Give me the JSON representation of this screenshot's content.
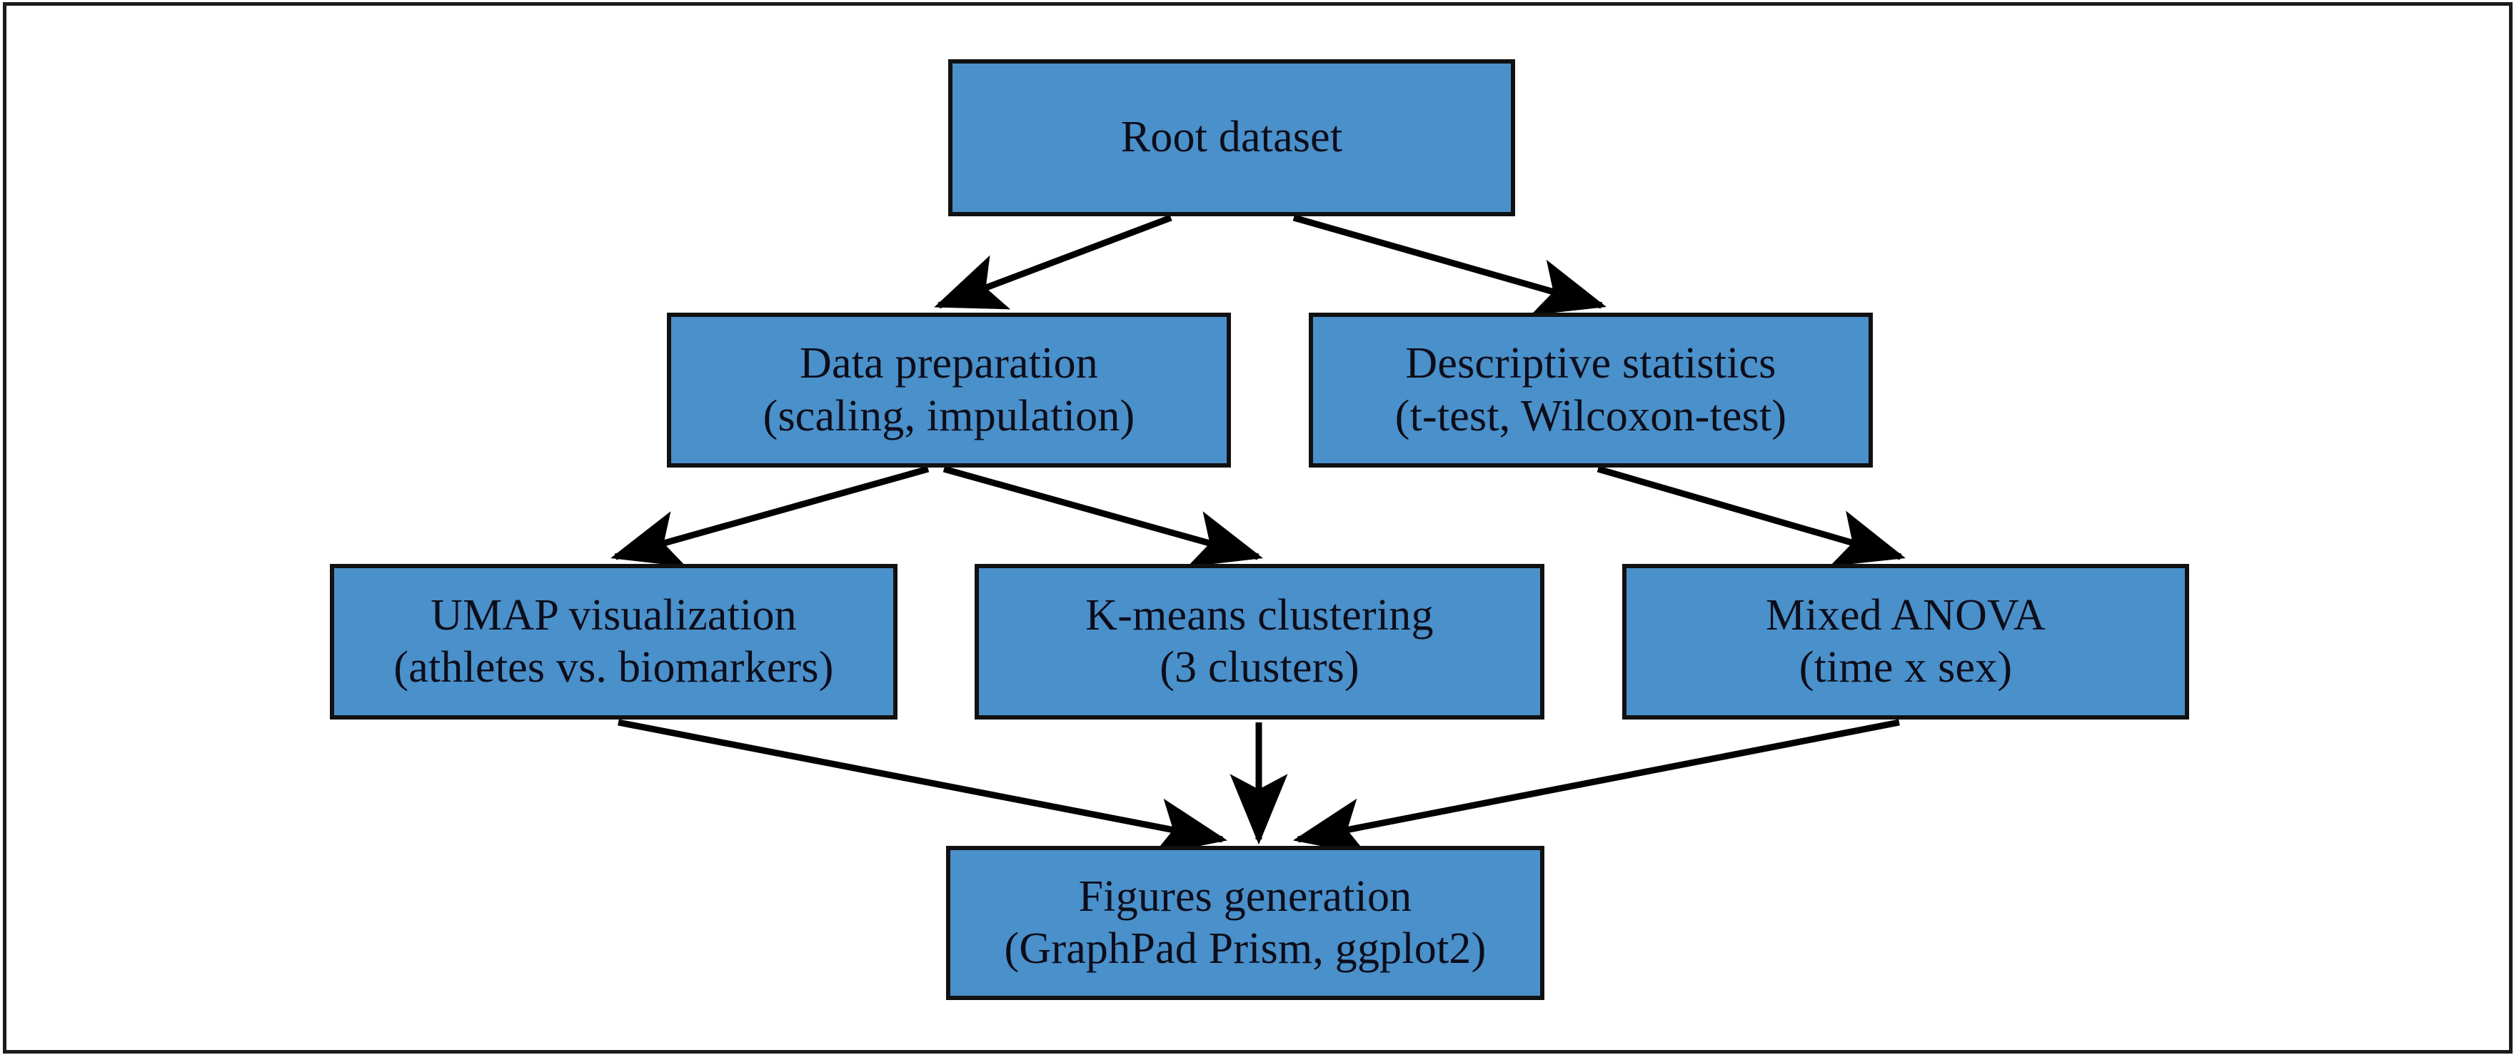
{
  "figure": {
    "type": "flowchart",
    "title": "Data analysis pipeline flowchart",
    "orientation": "top-down",
    "colors": {
      "node_fill": "#4a90ca",
      "node_border": "#111111",
      "text": "#0d0d1a",
      "background": "#ffffff",
      "frame_border": "#1b1b1b",
      "edge": "#000000"
    }
  },
  "nodes": [
    {
      "id": "root",
      "label_line1": "Root dataset",
      "label_line2": "",
      "level": 1
    },
    {
      "id": "data-prep",
      "label_line1": "Data preparation",
      "label_line2": "(scaling, impulation)",
      "level": 2
    },
    {
      "id": "descriptive",
      "label_line1": "Descriptive statistics",
      "label_line2": "(t-test, Wilcoxon-test)",
      "level": 2
    },
    {
      "id": "umap",
      "label_line1": "UMAP visualization",
      "label_line2": "(athletes vs. biomarkers)",
      "level": 3
    },
    {
      "id": "kmeans",
      "label_line1": "K-means clustering",
      "label_line2": "(3 clusters)",
      "level": 3
    },
    {
      "id": "anova",
      "label_line1": "Mixed ANOVA",
      "label_line2": "(time x sex)",
      "level": 3
    },
    {
      "id": "figures",
      "label_line1": "Figures generation",
      "label_line2": "(GraphPad Prism, ggplot2)",
      "level": 4
    }
  ],
  "edges": [
    {
      "id": "root-to-data-prep",
      "from": "root",
      "to": "data-prep",
      "arrow": "to"
    },
    {
      "id": "root-to-descriptive",
      "from": "root",
      "to": "descriptive",
      "arrow": "to"
    },
    {
      "id": "data-prep-to-umap",
      "from": "data-prep",
      "to": "umap",
      "arrow": "to"
    },
    {
      "id": "data-prep-to-kmeans",
      "from": "data-prep",
      "to": "kmeans",
      "arrow": "to"
    },
    {
      "id": "descriptive-to-anova",
      "from": "descriptive",
      "to": "anova",
      "arrow": "to"
    },
    {
      "id": "umap-to-figures",
      "from": "umap",
      "to": "figures",
      "arrow": "to"
    },
    {
      "id": "kmeans-to-figures",
      "from": "kmeans",
      "to": "figures",
      "arrow": "to"
    },
    {
      "id": "anova-to-figures",
      "from": "anova",
      "to": "figures",
      "arrow": "to"
    }
  ]
}
